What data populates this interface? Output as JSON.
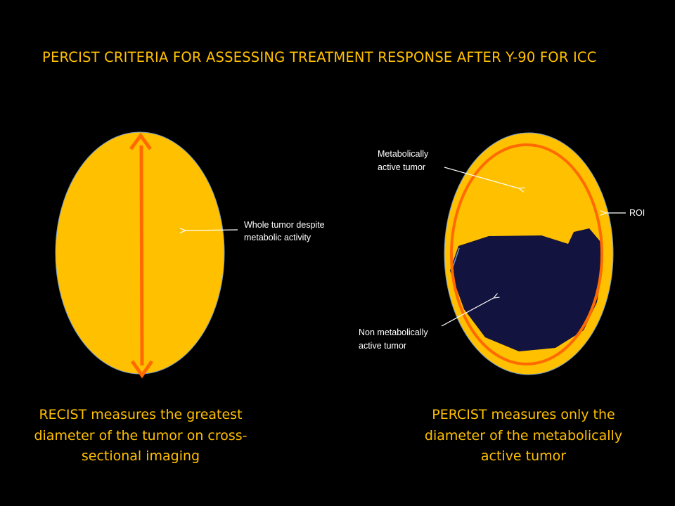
{
  "slide": {
    "title": "PERCIST CRITERIA  FOR ASSESSING  TREATMENT  RESPONSE  AFTER  Y-90  FOR  ICC",
    "title_color": "#FFC000"
  },
  "colors": {
    "background": "#000000",
    "tumor_fill": "#FFC000",
    "tumor_outline": "#7A9CC4",
    "arrow_orange": "#FF6A00",
    "inactive_region": "#13133F",
    "callout_text": "#FFFFFF",
    "caption_text": "#FFC000"
  },
  "left_figure": {
    "callout_lines": [
      "Whole tumor despite",
      "metabolic activity"
    ],
    "caption_lines": [
      "RECIST measures the greatest",
      "diameter of the tumor on cross-",
      "sectional imaging"
    ]
  },
  "right_figure": {
    "callout_active_lines": [
      "Metabolically",
      "active tumor"
    ],
    "callout_inactive_lines": [
      "Non metabolically",
      "active tumor"
    ],
    "callout_roi": "ROI",
    "caption_lines": [
      "PERCIST measures only the",
      "diameter of the metabolically",
      "active tumor"
    ]
  }
}
